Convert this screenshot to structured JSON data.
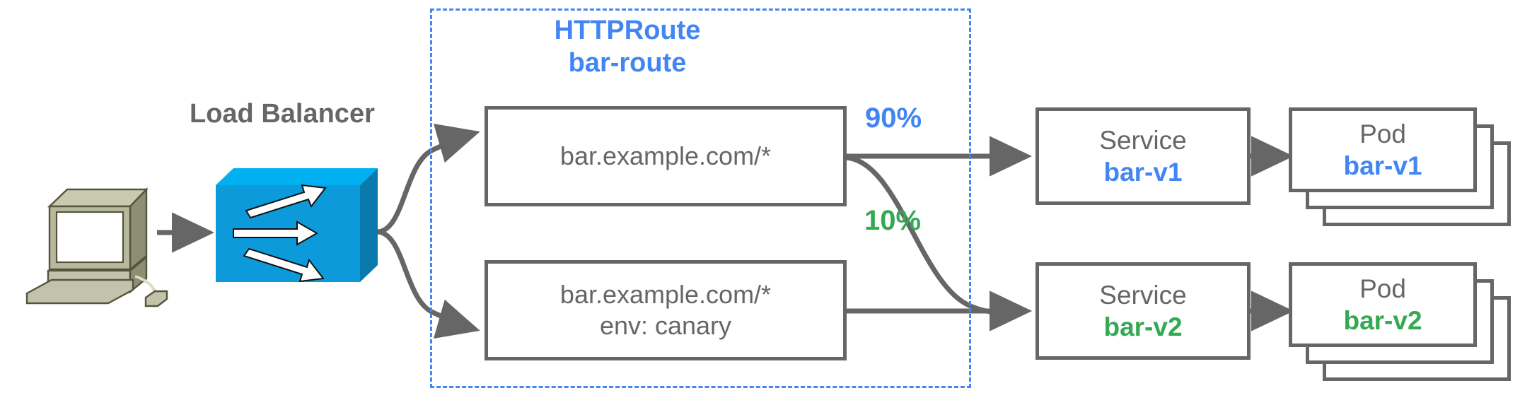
{
  "diagram": {
    "title_lb": "Load Balancer",
    "httproute": {
      "kind": "HTTPRoute",
      "name": "bar-route"
    },
    "client": {
      "icon": "desktop-computer-icon"
    },
    "load_balancer": {
      "icon": "load-balancer-icon"
    },
    "routes": [
      {
        "id": "route-primary",
        "line1": "bar.example.com/*",
        "line2": ""
      },
      {
        "id": "route-canary",
        "line1": "bar.example.com/*",
        "line2": "env: canary"
      }
    ],
    "weights": [
      {
        "id": "weight-90",
        "label": "90%",
        "color": "#4285f4"
      },
      {
        "id": "weight-10",
        "label": "10%",
        "color": "#34a853"
      }
    ],
    "services": [
      {
        "id": "service-bar-v1",
        "kind": "Service",
        "name": "bar-v1",
        "color": "#4285f4"
      },
      {
        "id": "service-bar-v2",
        "kind": "Service",
        "name": "bar-v2",
        "color": "#34a853"
      }
    ],
    "pods": [
      {
        "id": "pod-bar-v1",
        "kind": "Pod",
        "name": "bar-v1",
        "color": "#4285f4",
        "replicas": 3
      },
      {
        "id": "pod-bar-v2",
        "kind": "Pod",
        "name": "bar-v2",
        "color": "#34a853",
        "replicas": 3
      }
    ],
    "colors": {
      "stroke_gray": "#666666",
      "blue": "#4285f4",
      "green": "#34a853",
      "lb_front": "#0d9ada",
      "lb_top": "#00b0f0",
      "lb_side": "#0a7ab0",
      "computer_body": "#a8a88c",
      "computer_light": "#c3c3ab",
      "computer_screen": "#ffffff"
    }
  }
}
